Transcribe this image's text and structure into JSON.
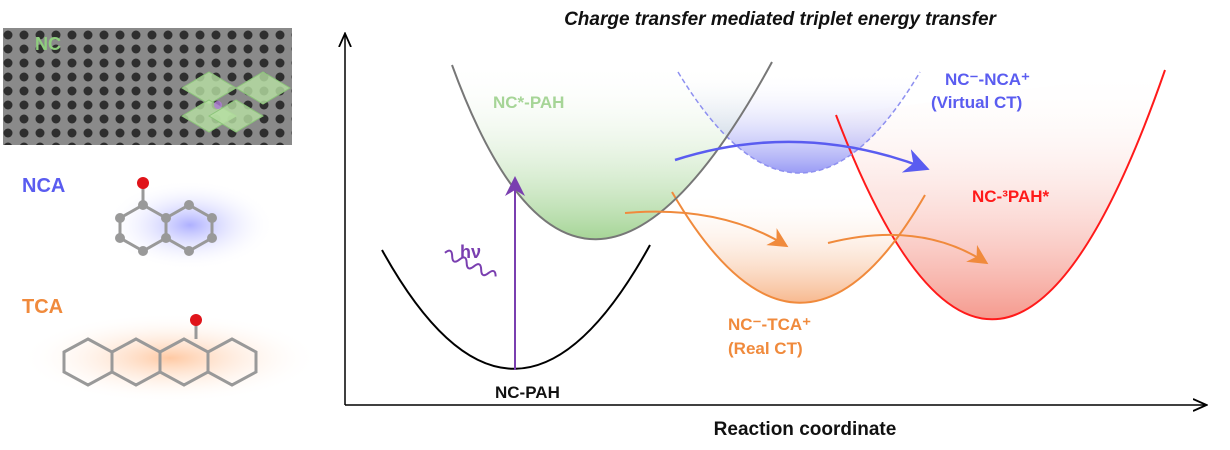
{
  "title": "Charge transfer mediated triplet energy transfer",
  "x_axis_label": "Reaction coordinate",
  "left_panel": {
    "nc_label": "NC",
    "nca_label": "NCA",
    "tca_label": "TCA"
  },
  "states": {
    "ground": "NC-PAH",
    "excited": "NC*-PAH",
    "virtual_ct_line1": "NC⁻-NCA⁺",
    "virtual_ct_line2": "(Virtual CT)",
    "real_ct_line1": "NC⁻-TCA⁺",
    "real_ct_line2": "(Real CT)",
    "triplet": "NC-³PAH*"
  },
  "excitation_label": "hν",
  "colors": {
    "nc": "#8fcf7e",
    "nca": "#5a5cf0",
    "tca": "#f08a3c",
    "triplet": "#ff1a1a",
    "excitation": "#7a3fb0"
  }
}
